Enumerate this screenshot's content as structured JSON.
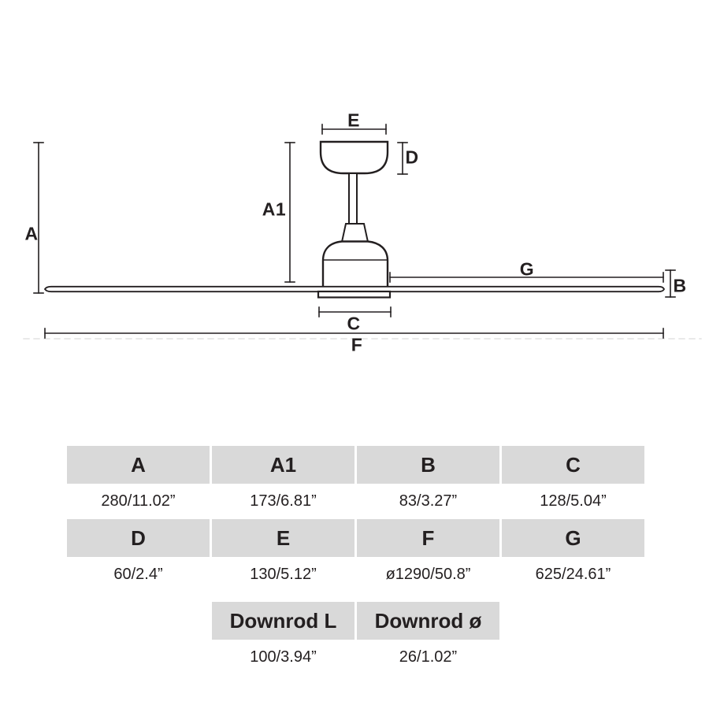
{
  "diagram": {
    "labels": {
      "a": "A",
      "a1": "A1",
      "b": "B",
      "c": "C",
      "d": "D",
      "e": "E",
      "f": "F",
      "g": "G"
    }
  },
  "table": {
    "rows": [
      {
        "cells": [
          "A",
          "A1",
          "B",
          "C"
        ]
      },
      {
        "cells": [
          "280/11.02”",
          "173/6.81”",
          "83/3.27”",
          "128/5.04”"
        ]
      },
      {
        "cells": [
          "D",
          "E",
          "F",
          "G"
        ]
      },
      {
        "cells": [
          "60/2.4”",
          "130/5.12”",
          "ø1290/50.8”",
          "625/24.61”"
        ]
      },
      {
        "cells": [
          "",
          "Downrod L",
          "Downrod ø",
          ""
        ]
      },
      {
        "cells": [
          "",
          "100/3.94”",
          "26/1.02”",
          ""
        ]
      }
    ]
  },
  "colors": {
    "line": "#231f20",
    "header_bg": "#d9d9d9"
  }
}
